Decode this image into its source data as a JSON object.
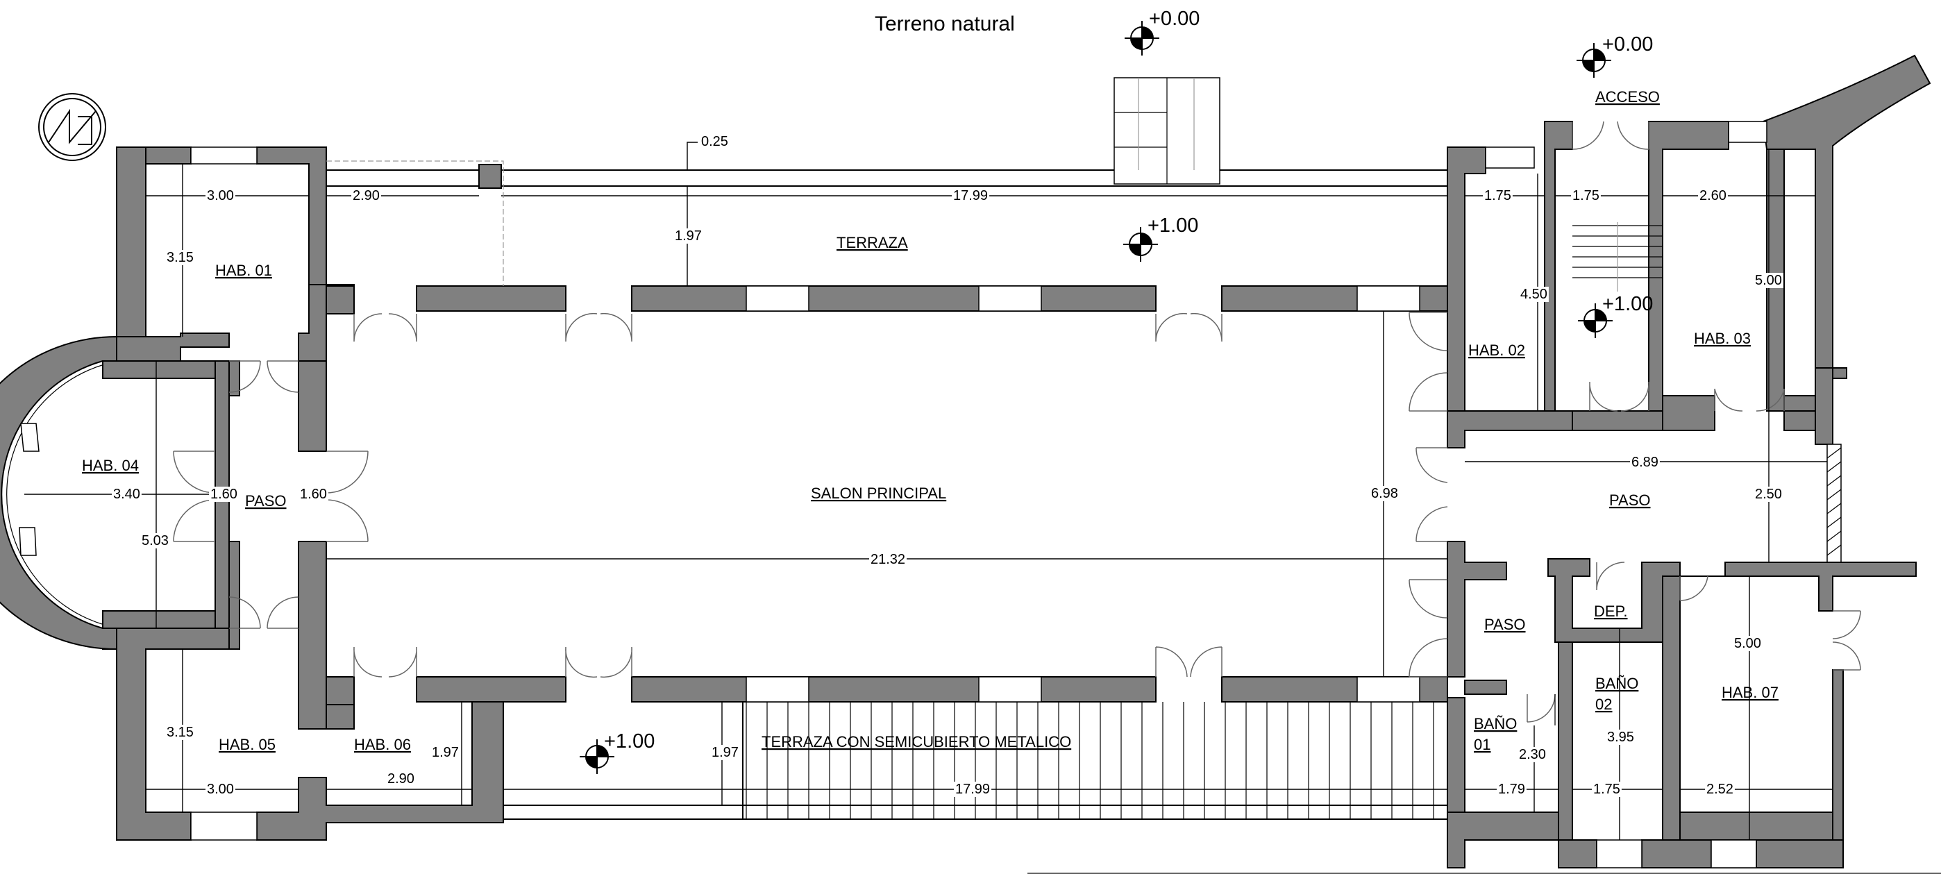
{
  "title": "Terreno natural",
  "levels": {
    "top_center": "+0.00",
    "top_right": "+0.00",
    "terraza": "+1.00",
    "stair": "+1.00",
    "terraza_sur": "+1.00"
  },
  "rooms": {
    "acceso": "ACCESO",
    "terraza": "TERRAZA",
    "hab01": "HAB. 01",
    "hab02": "HAB. 02",
    "hab03": "HAB. 03",
    "hab04": "HAB. 04",
    "hab05": "HAB. 05",
    "hab06": "HAB. 06",
    "hab07": "HAB. 07",
    "paso_left": "PASO",
    "paso_right": "PASO",
    "paso_lower": "PASO",
    "salon": "SALON PRINCIPAL",
    "dep": "DEP.",
    "bano01_a": "BAÑO",
    "bano01_b": "01",
    "bano02_a": "BAÑO",
    "bano02_b": "02",
    "terraza_semicubierta": "TERRAZA CON SEMICUBIERTO METALICO"
  },
  "dimensions": {
    "d025": "0.25",
    "d300_top": "3.00",
    "d290_top": "2.90",
    "d1799_top": "17.99",
    "d175_a": "1.75",
    "d175_b": "1.75",
    "d260": "2.60",
    "d315_top": "3.15",
    "d197_top": "1.97",
    "d450": "4.50",
    "d500_top": "5.00",
    "d340": "3.40",
    "d160_a": "1.60",
    "d160_b": "1.60",
    "d503": "5.03",
    "d698": "6.98",
    "d689": "6.89",
    "d250": "2.50",
    "d2132": "21.32",
    "d500_b": "5.00",
    "d315_b": "3.15",
    "d197_b": "1.97",
    "d197_c": "1.97",
    "d230": "2.30",
    "d395": "3.95",
    "d300_b": "3.00",
    "d290_b": "2.90",
    "d1799_b": "17.99",
    "d179": "1.79",
    "d175_c": "1.75",
    "d252": "2.52"
  }
}
